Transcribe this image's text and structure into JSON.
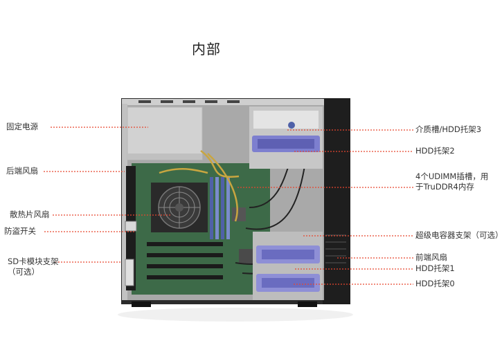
{
  "title": "内部",
  "callouts_left": [
    {
      "id": "fixed-psu",
      "text": "固定电源"
    },
    {
      "id": "rear-fan",
      "text": "后端风扇"
    },
    {
      "id": "heatsink-fan",
      "text": "散热片风扇"
    },
    {
      "id": "intrusion-switch",
      "text": "防盗开关"
    },
    {
      "id": "sd-module",
      "text": "SD卡模块支架"
    },
    {
      "id": "sd-module-optional",
      "text": "（可选）"
    }
  ],
  "callouts_right": [
    {
      "id": "media-bay",
      "text": "介质槽/HDD托架3"
    },
    {
      "id": "hdd-bay-2",
      "text": "HDD托架2"
    },
    {
      "id": "udimm-slots-1",
      "text": "4个UDIMM插槽，用"
    },
    {
      "id": "udimm-slots-2",
      "text": "于TruDDR4内存"
    },
    {
      "id": "supercap",
      "text": "超级电容器支架（可选）"
    },
    {
      "id": "front-fan",
      "text": "前端风扇"
    },
    {
      "id": "hdd-bay-1",
      "text": "HDD托架1"
    },
    {
      "id": "hdd-bay-0",
      "text": "HDD托架0"
    }
  ],
  "colors": {
    "leader": "#e8462e",
    "chassis": "#2a2a2a",
    "panel": "#9c9c9c",
    "board": "#3f6b4a",
    "drive_accent": "#8e8fd6"
  }
}
